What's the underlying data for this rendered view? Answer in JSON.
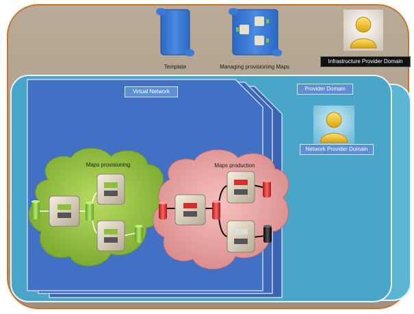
{
  "labels": {
    "template": "Template",
    "managing_maps": "Managing provisioning Maps",
    "infrastructure_domain": "Infrastructure Provider Domain",
    "provider_domain": "Provider Domain",
    "virtual_network": "Virtual Network",
    "network_domain": "Network Provider Domain",
    "maps_provisioning": "Maps provisioning",
    "maps_production": "Maps production"
  },
  "colors": {
    "outer_frame": "#aa9c88",
    "outer_border": "#c8742a",
    "provider_domain": "#4fa9c9",
    "virtual_network": "#3f6fc2",
    "provisioning_cloud": "#8dbb37",
    "production_cloud": "#e79a9a",
    "green_cylinder": "#7cc23a",
    "red_cylinder": "#d92b2b",
    "black_cylinder": "#111111",
    "person": "#f0c020"
  },
  "icons": [
    "scroll-icon",
    "scroll-map-icon",
    "person-icon",
    "process-box-icon",
    "cylinder-icon"
  ]
}
